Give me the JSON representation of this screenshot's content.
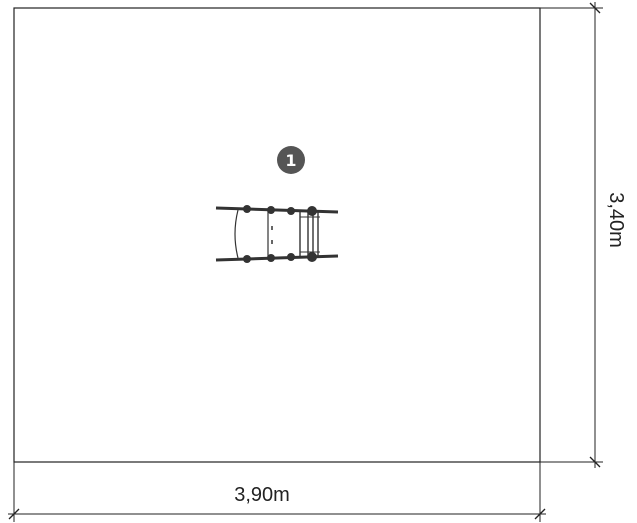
{
  "dimensions": {
    "width_label": "3,90m",
    "height_label": "3,40m"
  },
  "marker": {
    "number": "1"
  },
  "colors": {
    "line": "#222222",
    "marker_fill": "#555555",
    "equipment": "#333333"
  }
}
